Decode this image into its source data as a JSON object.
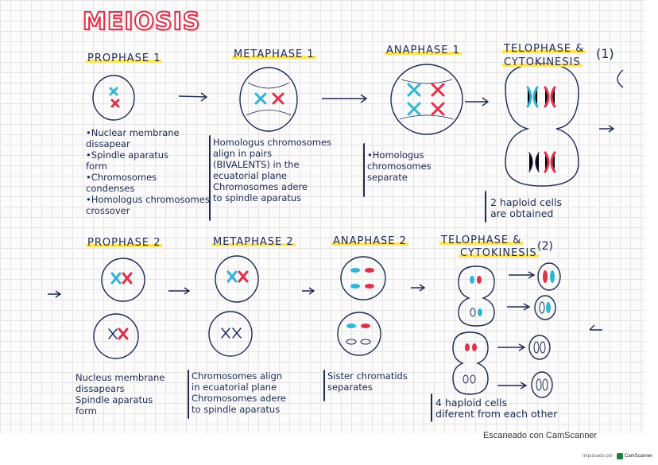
{
  "title": "MEIOSIS",
  "stages_row1": {
    "prophase1": "PROPHASE 1",
    "metaphase1": "METAPHASE 1",
    "anaphase1": "ANAPHASE 1",
    "telophase1_line1": "TELOPHASE &",
    "telophase1_line2": "CYTOKINESIS",
    "telophase1_number": "(1)"
  },
  "stages_row2": {
    "prophase2": "PROPHASE 2",
    "metaphase2": "METAPHASE 2",
    "anaphase2": "ANAPHASE 2",
    "telophase2_line1": "TELOPHASE &",
    "telophase2_line2": "CYTOKINESIS",
    "telophase2_number": "(2)"
  },
  "notes": {
    "prophase1": "•Nuclear membrane\ndissapear\n•Spindle aparatus\nform\n•Chromosomes\ncondenses\n•Homologus chromosomes\ncrossover",
    "metaphase1": "Homologus chromosomes\nalign in pairs\n(BIVALENTS) in the\necuatorial plane\nChromosomes adere\nto spindle aparatus",
    "anaphase1": "•Homologus\nchromosomes\nseparate",
    "telophase1": "2 haploid cells\nare obtained",
    "prophase2": "Nucleus membrane\ndissapears\nSpindle aparatus\nform",
    "metaphase2": "Chromosomes align\nin ecuatorial plane\nChromosomes adere\nto spindle aparatus",
    "anaphase2": "Sister chromatids\nseparates",
    "telophase2": "4 haploid cells\ndiferent from each other"
  },
  "footer": {
    "scanner": "Escaneado con CamScanner",
    "badge_prefix": "Impulsado por",
    "badge_name": "CamScanner"
  },
  "colors": {
    "ink": "#1c2a52",
    "highlight": "#ffe45a",
    "title": "#e0304a",
    "chromosome_blue": "#2fb5d6",
    "chromosome_red": "#e0304a"
  }
}
